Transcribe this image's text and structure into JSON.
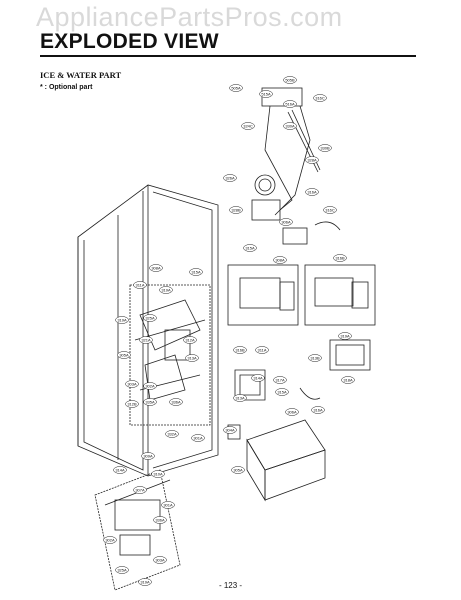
{
  "watermark": "AppliancePartsPros.com",
  "title": "EXPLODED VIEW",
  "section": "ICE & WATER PART",
  "note": "* : Optional part",
  "page_number": "- 123 -",
  "callouts": [
    "505A",
    "505B",
    "515A",
    "516A",
    "316C",
    "324C",
    "330A",
    "330B",
    "328A",
    "326A",
    "328B",
    "316A",
    "316C",
    "306A",
    "315A",
    "308A",
    "316B",
    "316B",
    "311A",
    "314A",
    "313A",
    "317A",
    "315A",
    "316A",
    "306A",
    "304A",
    "313B",
    "319A",
    "318A",
    "305A",
    "308A",
    "311A",
    "319A",
    "315A",
    "319A",
    "305A",
    "325A",
    "321A",
    "312A",
    "313A",
    "303A",
    "302A",
    "312B",
    "335A",
    "336A",
    "332A",
    "301A",
    "309A",
    "310A",
    "314A",
    "307A",
    "301A",
    "336A",
    "302A",
    "325A",
    "303A",
    "319A"
  ]
}
